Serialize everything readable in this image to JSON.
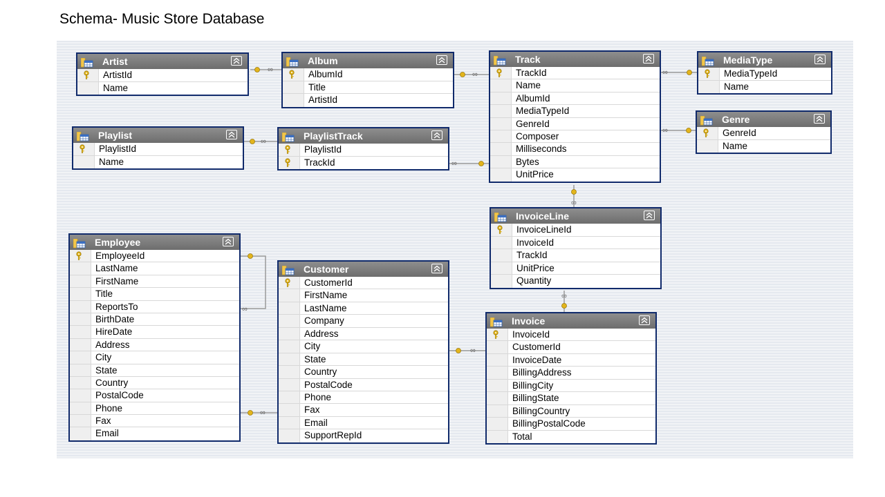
{
  "title": "Schema- Music Store Database",
  "tables": {
    "artist": {
      "name": "Artist",
      "columns": [
        "ArtistId",
        "Name"
      ]
    },
    "album": {
      "name": "Album",
      "columns": [
        "AlbumId",
        "Title",
        "ArtistId"
      ]
    },
    "track": {
      "name": "Track",
      "columns": [
        "TrackId",
        "Name",
        "AlbumId",
        "MediaTypeId",
        "GenreId",
        "Composer",
        "Milliseconds",
        "Bytes",
        "UnitPrice"
      ]
    },
    "mediatype": {
      "name": "MediaType",
      "columns": [
        "MediaTypeId",
        "Name"
      ]
    },
    "genre": {
      "name": "Genre",
      "columns": [
        "GenreId",
        "Name"
      ]
    },
    "playlist": {
      "name": "Playlist",
      "columns": [
        "PlaylistId",
        "Name"
      ]
    },
    "playlisttrack": {
      "name": "PlaylistTrack",
      "columns": [
        "PlaylistId",
        "TrackId"
      ]
    },
    "invoiceline": {
      "name": "InvoiceLine",
      "columns": [
        "InvoiceLineId",
        "InvoiceId",
        "TrackId",
        "UnitPrice",
        "Quantity"
      ]
    },
    "employee": {
      "name": "Employee",
      "columns": [
        "EmployeeId",
        "LastName",
        "FirstName",
        "Title",
        "ReportsTo",
        "BirthDate",
        "HireDate",
        "Address",
        "City",
        "State",
        "Country",
        "PostalCode",
        "Phone",
        "Fax",
        "Email"
      ]
    },
    "customer": {
      "name": "Customer",
      "columns": [
        "CustomerId",
        "FirstName",
        "LastName",
        "Company",
        "Address",
        "City",
        "State",
        "Country",
        "PostalCode",
        "Phone",
        "Fax",
        "Email",
        "SupportRepId"
      ]
    },
    "invoice": {
      "name": "Invoice",
      "columns": [
        "InvoiceId",
        "CustomerId",
        "InvoiceDate",
        "BillingAddress",
        "BillingCity",
        "BillingState",
        "BillingCountry",
        "BillingPostalCode",
        "Total"
      ]
    }
  },
  "colors": {
    "header": "#7b7b7b",
    "border": "#102a6b",
    "key": "#e3b51c",
    "connector": "#9a9a9a"
  }
}
